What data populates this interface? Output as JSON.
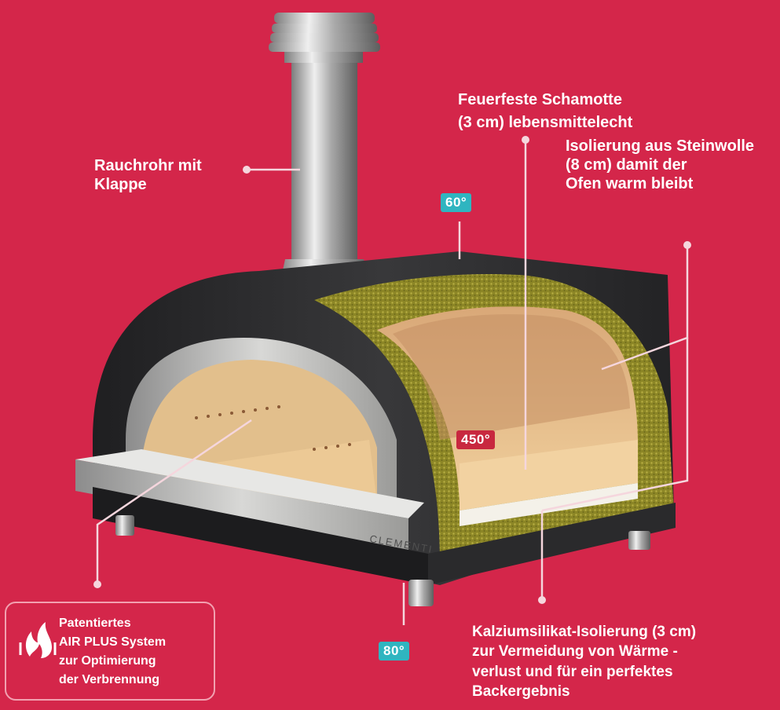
{
  "labels": {
    "chimney": [
      "Rauchrohr mit",
      "Klappe"
    ],
    "fireclay": [
      "Feuerfeste Schamotte",
      "(3 cm) lebensmittelecht"
    ],
    "rockwool": [
      "Isolierung aus Steinwolle",
      "(8 cm) damit der",
      "Ofen warm bleibt"
    ],
    "calcium": [
      "Kalziumsilikat-Isolierung (3 cm)",
      "zur Vermeidung  von Wärme -",
      "verlust  und für ein perfektes",
      "Backergebnis"
    ],
    "airplus": [
      "Patentiertes",
      "AIR PLUS System",
      "zur Optimierung",
      "der Verbrennung"
    ]
  },
  "temperatures": {
    "top": "60°",
    "inside": "450°",
    "bottom": "80°"
  },
  "brand": "CLEMENTI",
  "icons": {
    "airplus": "flame-icon"
  },
  "colors": {
    "background": "#d4264a",
    "badge_teal": "#2fb5c0",
    "badge_red": "#c8283f",
    "oven_body": "#2e2e30",
    "insulation": "#8f8a2a",
    "fireclay": "#e8c48f",
    "steel": "#c9c9c7"
  }
}
